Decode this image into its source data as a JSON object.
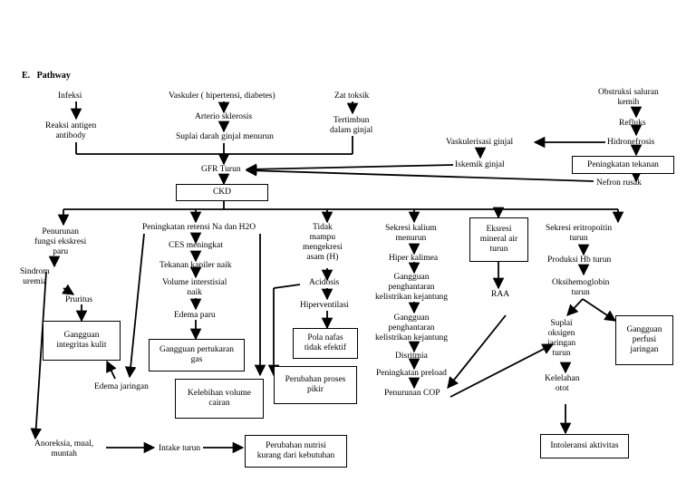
{
  "heading": {
    "letter": "E.",
    "title": "Pathway"
  },
  "nodes": {
    "infeksi": "Infeksi",
    "reaksi_antigen": "Reaksi antigen\nantibody",
    "vaskuler": "Vaskuler ( hipertensi, diabetes)",
    "arterio": "Arterio sklerosis",
    "suplai_darah": "Suplai darah ginjal menurun",
    "zat_toksik": "Zat toksik",
    "tertimbun": "Tertimbun\ndalam ginjal",
    "obstruksi": "Obstruksi saluran\nkemih",
    "refluks": "Refluks",
    "hidronefrosis": "Hidronefrosis",
    "vaskulerisasi": "Vaskulerisasi ginjal",
    "iskemik": "Iskemik ginjal",
    "peningkatan_tekanan": "Peningkatan tekanan",
    "nefron_rusak": "Nefron rusak",
    "gfr_turun": "GFR Turun",
    "ckd": "CKD",
    "penurunan_fungsi": "Penurunan\nfungsi ekskresi\nparu",
    "sindrom_uremia": "Sindrom\nuremia",
    "pruritus": "Pruritus",
    "gangguan_integritas": "Gangguan\nintegritas kulit",
    "edema_jaringan": "Edema jaringan",
    "anoreksia": "Anoreksia, mual,\nmuntah",
    "intake_turun": "Intake turun",
    "perubahan_nutrisi": "Perubahan nutrisi\nkurang dari kebutuhan",
    "retensi_na": "Peningkatan retensi Na dan H2O",
    "ces_meningkat": "CES meningkat",
    "tekanan_kapiler": "Tekanan kapiler naik",
    "volume_interstisial": "Volume interstisial\nnaik",
    "edema_paru": "Edema paru",
    "gangguan_pertukaran": "Gangguan pertukaran\ngas",
    "kelebihan_volume": "Kelebihan volume\ncairan",
    "tidak_mampu": "Tidak\nmampu\nmengekresi\nasam (H)",
    "acidosis": "Acidosis",
    "hiperventilasi": "Hiperventilasi",
    "pola_nafas": "Pola nafas\ntidak efektif",
    "perubahan_proses": "Perubahan proses\npikir",
    "sekresi_kalium": "Sekresi kalium\nmenurun",
    "hiperkalimea": "Hiper kalimea",
    "gangguan_penghantaran1": "Gangguan\npenghantaran\nkelistrikan kejantung",
    "gangguan_penghantaran2": "Gangguan\npenghantaran\nkelistrikan kejantung",
    "disritmia": "Disritmia",
    "peningkatan_preload": "Peningkatan preload",
    "penurunan_cop": "Penurunan COP",
    "eksresi_mineral": "Eksresi\nmineral air\nturun",
    "raa": "RAA",
    "sekresi_eritropoitin": "Sekresi eritropoitin\nturun",
    "produksi_hb": "Produksi Hb turun",
    "oksihemoglobin": "Oksihemoglobin\nturun",
    "suplai_oksigen": "Suplai\noksigen\njaringan\nturun",
    "gangguan_perfusi": "Gangguan\nperfusi\njaringan",
    "kelelahan": "Kelelahan\notot",
    "intoleransi": "Intoleransi aktivitas"
  }
}
